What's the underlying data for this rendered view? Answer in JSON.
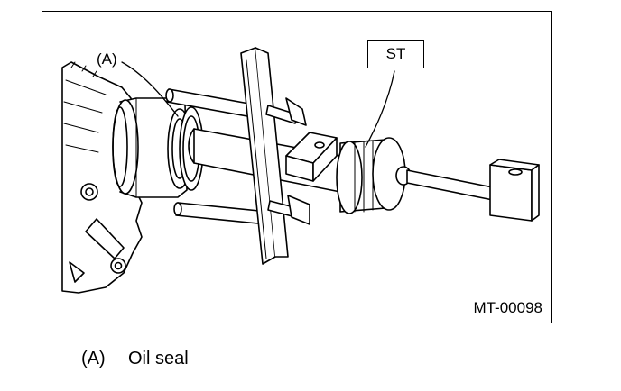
{
  "figure": {
    "figure_id": "MT-00098",
    "callouts": {
      "a": "(A)",
      "st": "ST"
    }
  },
  "legend": {
    "items": [
      {
        "key": "(A)",
        "label": "Oil seal"
      }
    ]
  }
}
